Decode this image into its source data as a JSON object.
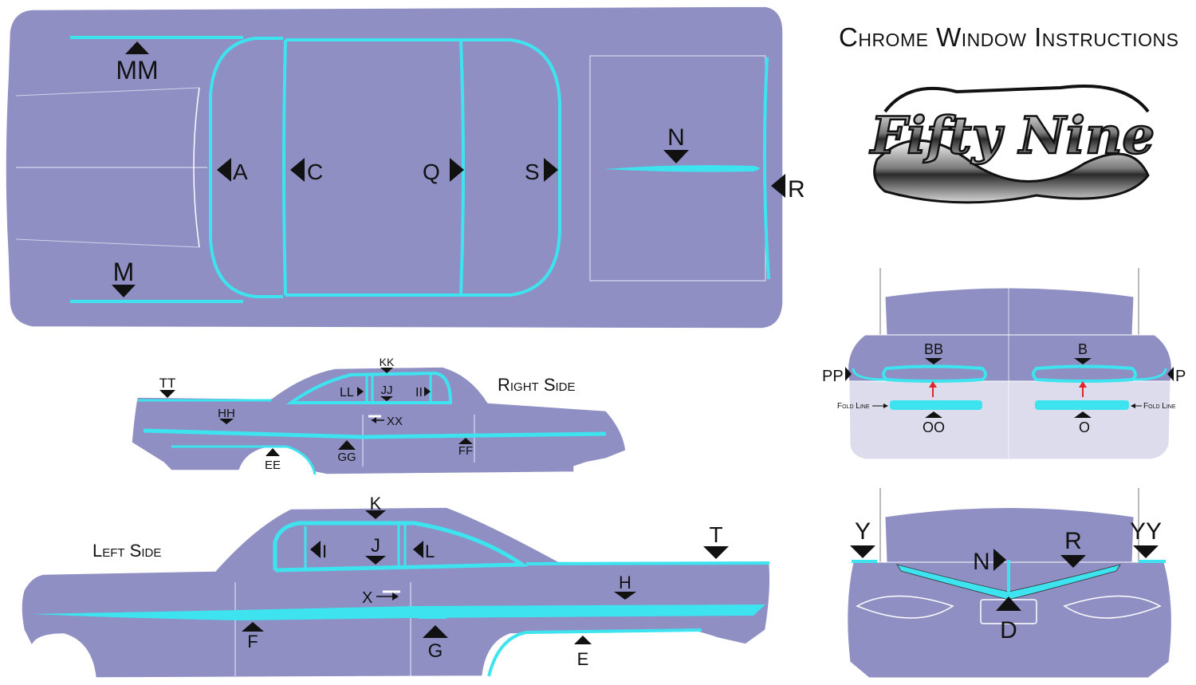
{
  "title": "Chrome Window Instructions",
  "logo": {
    "text": "Fifty Nine"
  },
  "views": {
    "right_side": "Right Side",
    "left_side": "Left Side",
    "fold_line": "Fold Line"
  },
  "colors": {
    "body": "#8f8fc4",
    "chrome_trim": "#3de4ef",
    "outline": "#ffffff",
    "arrow": "#111111",
    "fold_arrow": "#e0262b"
  },
  "labels": {
    "top": [
      "MM",
      "M",
      "A",
      "C",
      "Q",
      "S",
      "N",
      "R"
    ],
    "right_side": [
      "TT",
      "HH",
      "KK",
      "LL",
      "JJ",
      "II",
      "XX",
      "EE",
      "GG",
      "FF"
    ],
    "left_side": [
      "K",
      "I",
      "J",
      "L",
      "X",
      "T",
      "H",
      "F",
      "G",
      "E"
    ],
    "rear_top": [
      "BB",
      "B",
      "PP",
      "P",
      "OO",
      "O"
    ],
    "rear_bottom": [
      "Y",
      "YY",
      "N",
      "R",
      "D"
    ]
  }
}
